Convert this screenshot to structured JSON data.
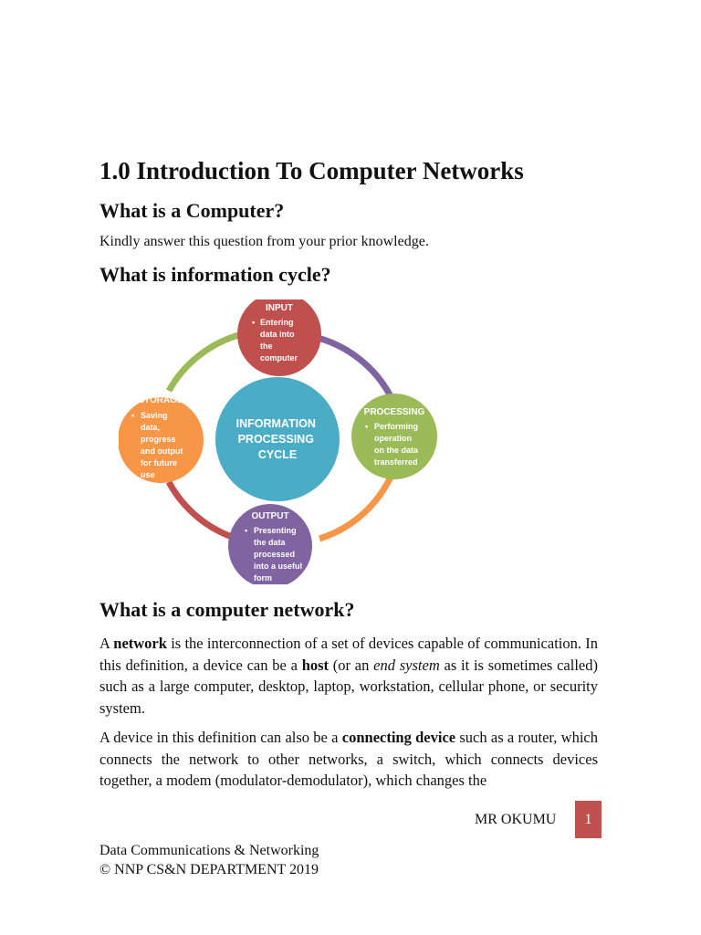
{
  "title": "1.0 Introduction To Computer Networks",
  "section1": {
    "heading": "What is  a Computer?",
    "text": "Kindly answer this question from your prior knowledge."
  },
  "section2": {
    "heading": "What is information cycle?"
  },
  "diagram": {
    "center": [
      "INFORMATION",
      "PROCESSING",
      "CYCLE"
    ],
    "input": {
      "title": "INPUT",
      "lines": [
        "Entering",
        "data into",
        "the",
        "computer"
      ]
    },
    "processing": {
      "title": "PROCESSING",
      "lines": [
        "Performing",
        "operation",
        "on the data",
        "transferred"
      ]
    },
    "output": {
      "title": "OUTPUT",
      "lines": [
        "Presenting",
        "the data",
        "processed",
        "into a useful",
        "form"
      ]
    },
    "storage": {
      "title": "STORAGE",
      "lines": [
        "Saving",
        "data,",
        "progress",
        "and output",
        "for future",
        "use"
      ]
    },
    "colors": {
      "center": "#4bacc6",
      "input": "#c0504d",
      "processing": "#9bbb59",
      "output": "#8064a2",
      "storage": "#f79646"
    }
  },
  "section3": {
    "heading": "What is a computer network?",
    "p1": {
      "t1": "A ",
      "b1": "network",
      "t2": " is the interconnection of a set of devices capable of communication. In this definition, a device can be a ",
      "b2": "host",
      "t3": " (or an ",
      "i1": "end system",
      "t4": " as it is sometimes called) such as a large computer, desktop, laptop, workstation, cellular phone, or security system."
    },
    "p2": {
      "t1": "A device in this definition can also be a ",
      "b1": "connecting device",
      "t2": " such as a router, which connects the network to other networks, a switch, which connects devices together, a modem (modulator-demodulator), which changes the"
    }
  },
  "footer": {
    "author": "MR OKUMU",
    "page": "1",
    "line1": "Data Communications & Networking",
    "line2": "© NNP CS&N DEPARTMENT 2019"
  }
}
